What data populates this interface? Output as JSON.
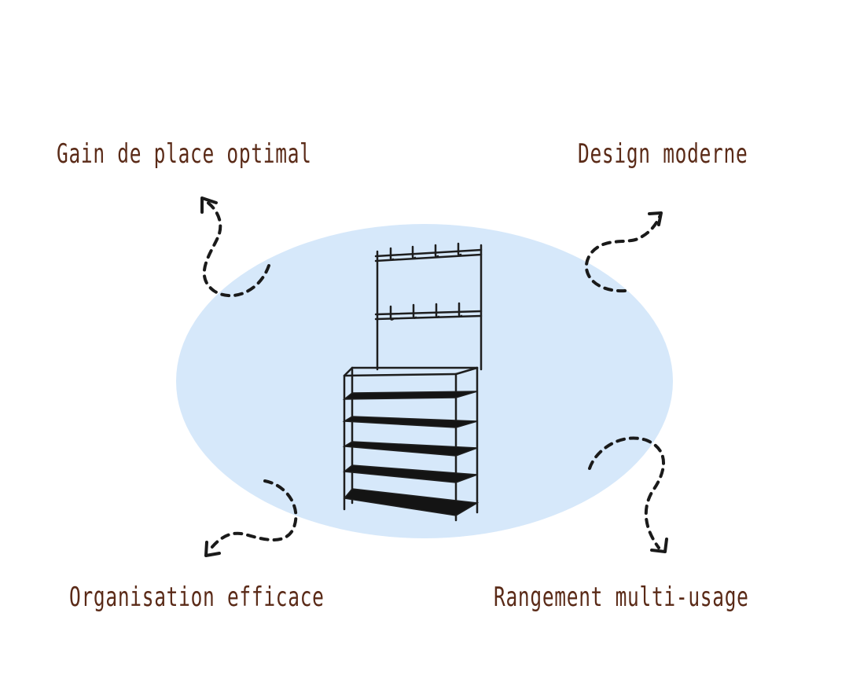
{
  "features": {
    "top_left": "Gain de place optimal",
    "top_right": "Design moderne",
    "bottom_left": "Organisation efficace",
    "bottom_right": "Rangement multi-usage"
  },
  "colors": {
    "text": "#5a2a17",
    "blob": "#d6e8fa",
    "arrow": "#1a1a1a",
    "rack_frame": "#1e1e1e",
    "rack_shelf": "#141414"
  },
  "icons": {
    "product": "shoe-rack-coat-stand",
    "arrows": "dashed-curved-arrow"
  }
}
